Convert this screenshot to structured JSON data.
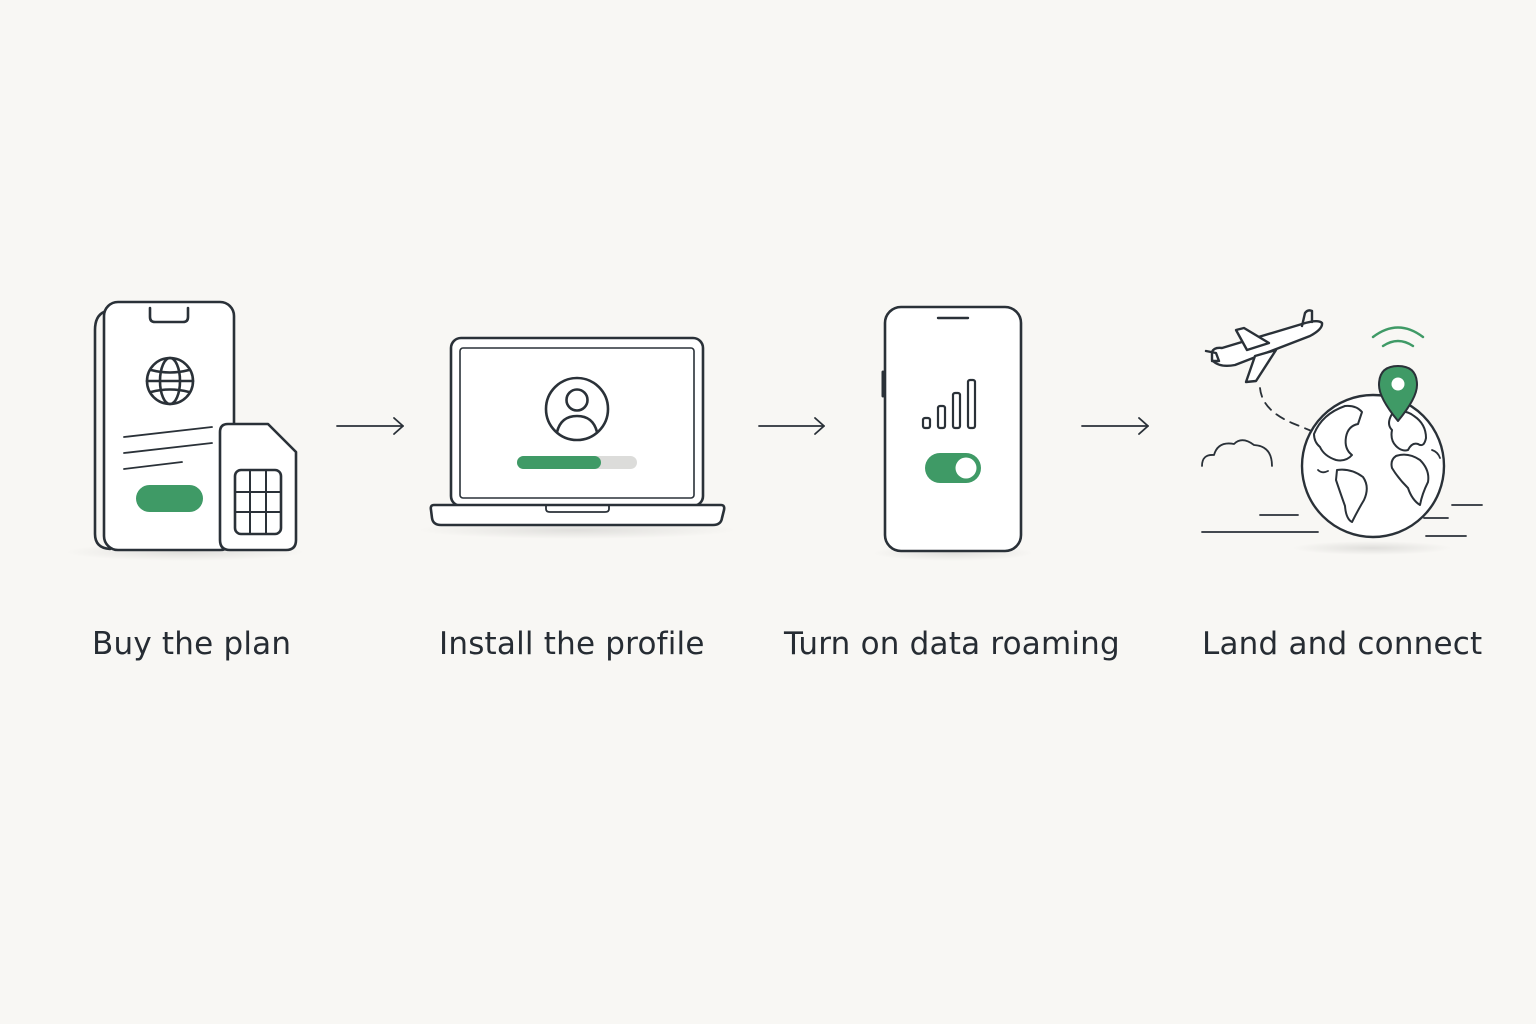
{
  "colors": {
    "background": "#f8f7f4",
    "stroke": "#2a3138",
    "accent": "#3f9a66",
    "accent_track": "#dcdcda"
  },
  "steps": [
    {
      "label": "Buy the plan",
      "icon": "phone-with-sim-card-icon"
    },
    {
      "label": "Install the profile",
      "icon": "laptop-profile-install-icon"
    },
    {
      "label": "Turn on data roaming",
      "icon": "phone-signal-toggle-icon"
    },
    {
      "label": "Land and connect",
      "icon": "plane-globe-location-icon"
    }
  ],
  "connectors": [
    "arrow-right-icon",
    "arrow-right-icon",
    "arrow-right-icon"
  ],
  "progress": {
    "install_profile_fraction": 0.7
  },
  "toggle": {
    "data_roaming_on": true
  }
}
